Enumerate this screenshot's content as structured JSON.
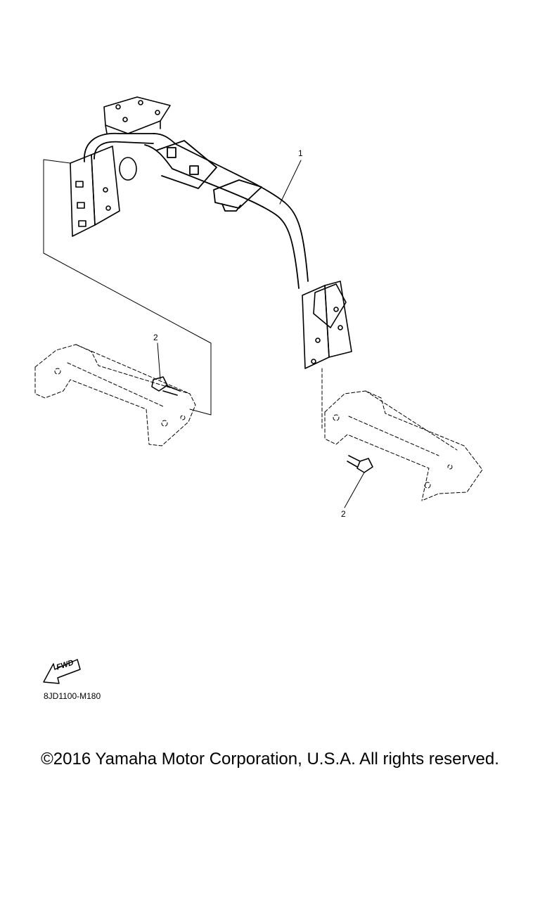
{
  "callouts": {
    "part_1": "1",
    "part_2_left": "2",
    "part_2_right": "2"
  },
  "fwd": {
    "label": "FWD"
  },
  "diagram_code": "8JD1100-M180",
  "copyright": "©2016 Yamaha Motor Corporation, U.S.A. All rights reserved."
}
